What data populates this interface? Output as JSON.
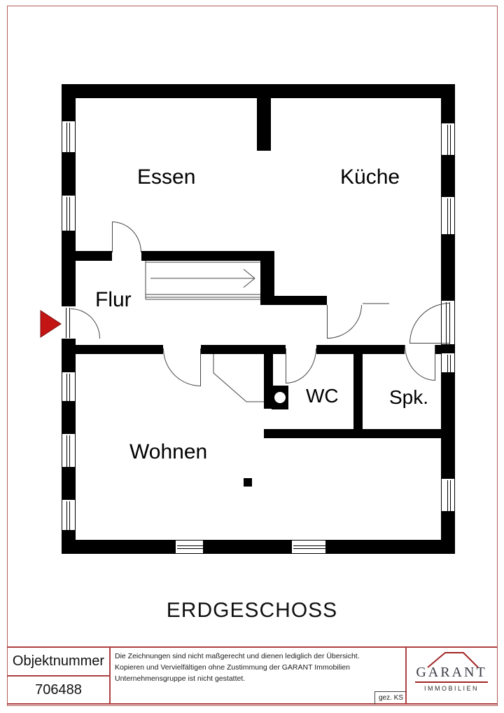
{
  "plan": {
    "floor_title": "ERDGESCHOSS",
    "rooms": {
      "essen": "Essen",
      "kueche": "Küche",
      "flur": "Flur",
      "wohnen": "Wohnen",
      "wc": "WC",
      "spk": "Spk."
    }
  },
  "footer": {
    "object_number_label": "Objektnummer",
    "object_number": "706488",
    "disclaimer_lines": [
      "Die Zeichnungen sind nicht maßgerecht und dienen lediglich der Übersicht.",
      "Kopieren und Vervielfältigen ohne Zustimmung der GARANT Immobilien",
      "Unternehmensgruppe ist nicht gestattet."
    ],
    "drawn_by": "gez. KS",
    "logo": {
      "name": "GARANT",
      "subtitle": "IMMOBILIEN"
    }
  },
  "colors": {
    "wall": "#000000",
    "table_line": "#ae3f3f",
    "page_border": "#b35b5b",
    "entrance_arrow": "#c41515",
    "logo_red": "#a12626",
    "logo_text": "#3b3b45"
  }
}
